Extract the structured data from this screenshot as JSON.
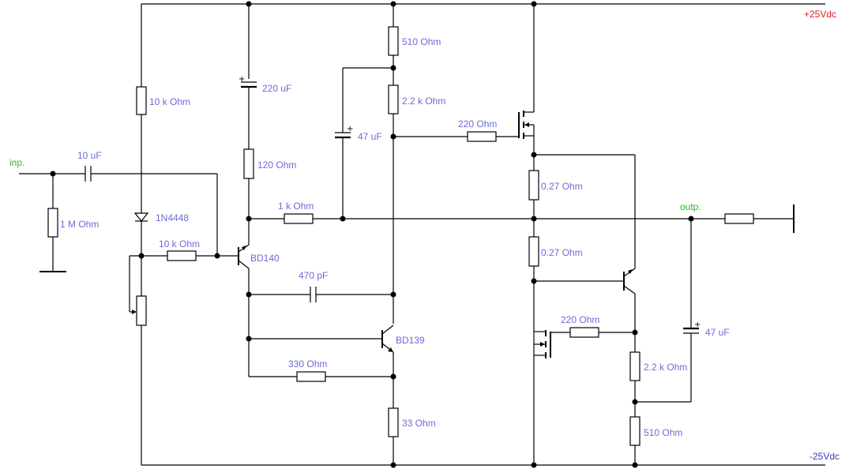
{
  "rails": {
    "positive": "+25Vdc",
    "negative": "-25Vdc"
  },
  "ports": {
    "input": "inp.",
    "output": "outp."
  },
  "components": {
    "c_in": "10 uF",
    "r_in_gnd": "1 M Ohm",
    "r_bias_top": "10 k Ohm",
    "diode": "1N4448",
    "r_bias_base": "10 k Ohm",
    "c_220u": "220 uF",
    "r_120": "120  Ohm",
    "q_bd140": "BD140",
    "r_1k": "1 k Ohm",
    "r_510_top": "510  Ohm",
    "r_2k2_top": "2.2 k Ohm",
    "c_47u_top": "47 uF",
    "c_470p": "470 pF",
    "q_bd139": "BD139",
    "r_330": "330  Ohm",
    "r_33": "33  Ohm",
    "r_220_top": "220  Ohm",
    "r_027_top": "0.27  Ohm",
    "r_027_bot": "0.27  Ohm",
    "r_220_bot": "220  Ohm",
    "r_2k2_bot": "2.2 k Ohm",
    "r_510_bot": "510  Ohm",
    "c_47u_out": "47 uF"
  }
}
